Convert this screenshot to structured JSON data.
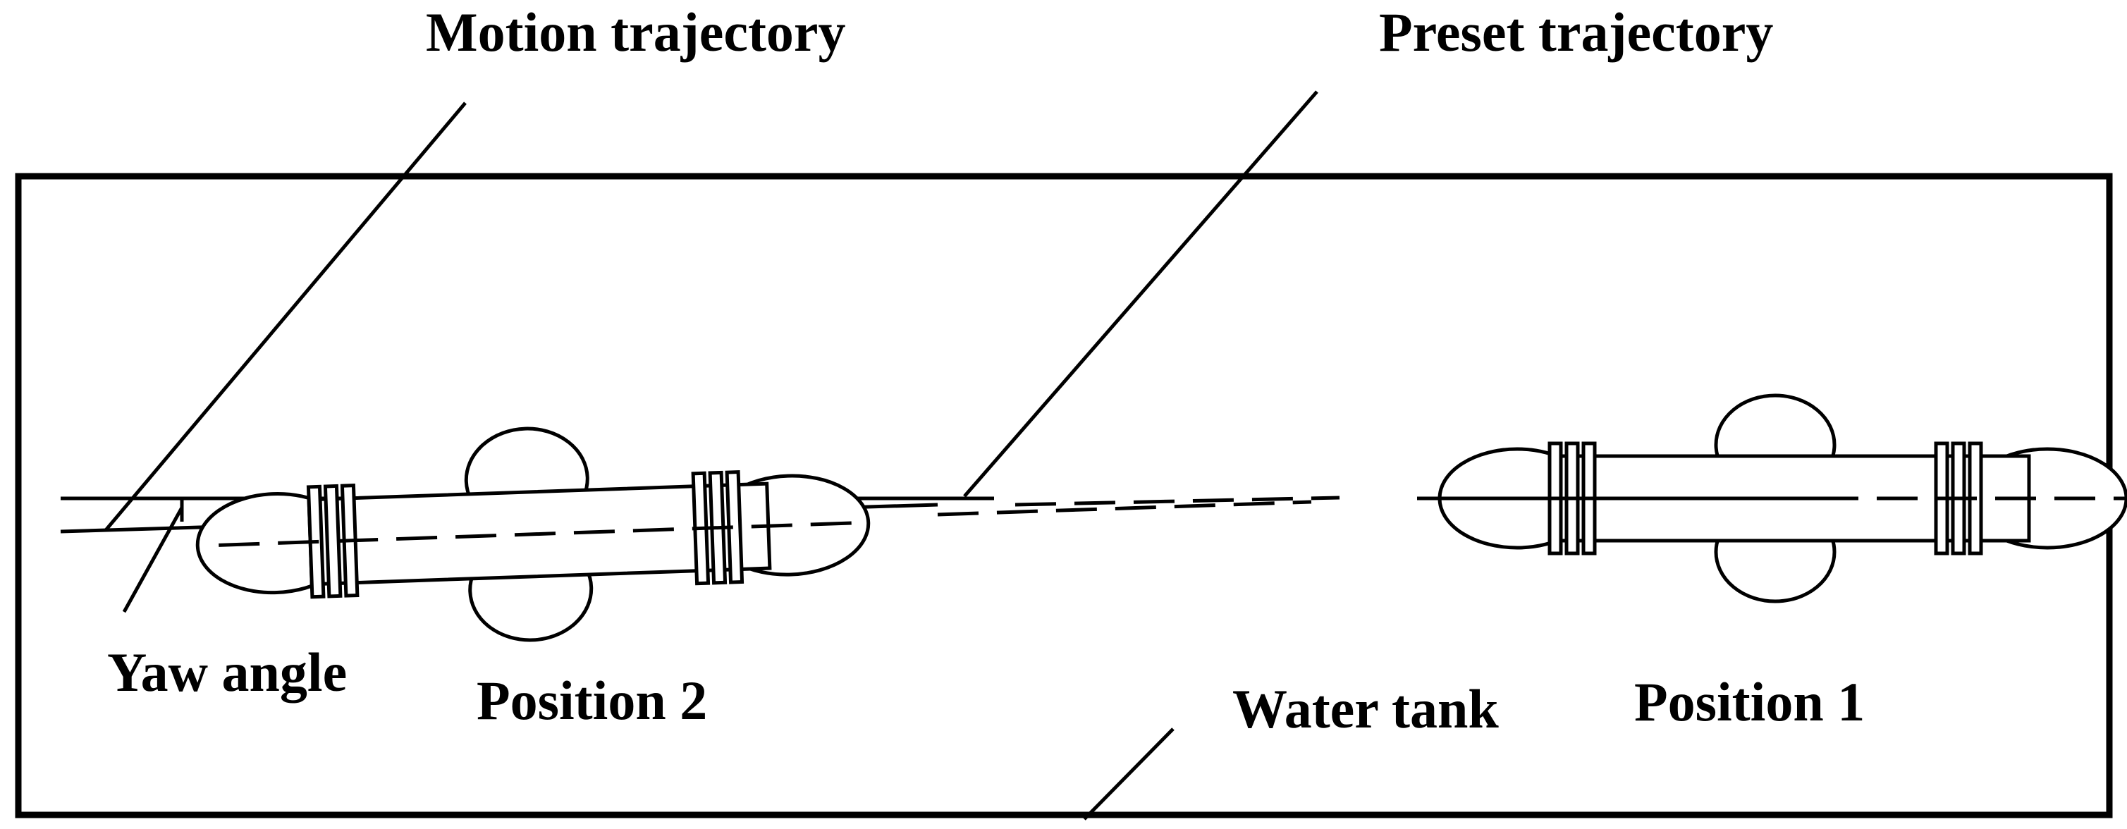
{
  "labels": {
    "motion_trajectory": "Motion trajectory",
    "preset_trajectory": "Preset trajectory",
    "yaw_angle": "Yaw angle",
    "position_2": "Position 2",
    "water_tank": "Water tank",
    "position_1": "Position 1"
  }
}
